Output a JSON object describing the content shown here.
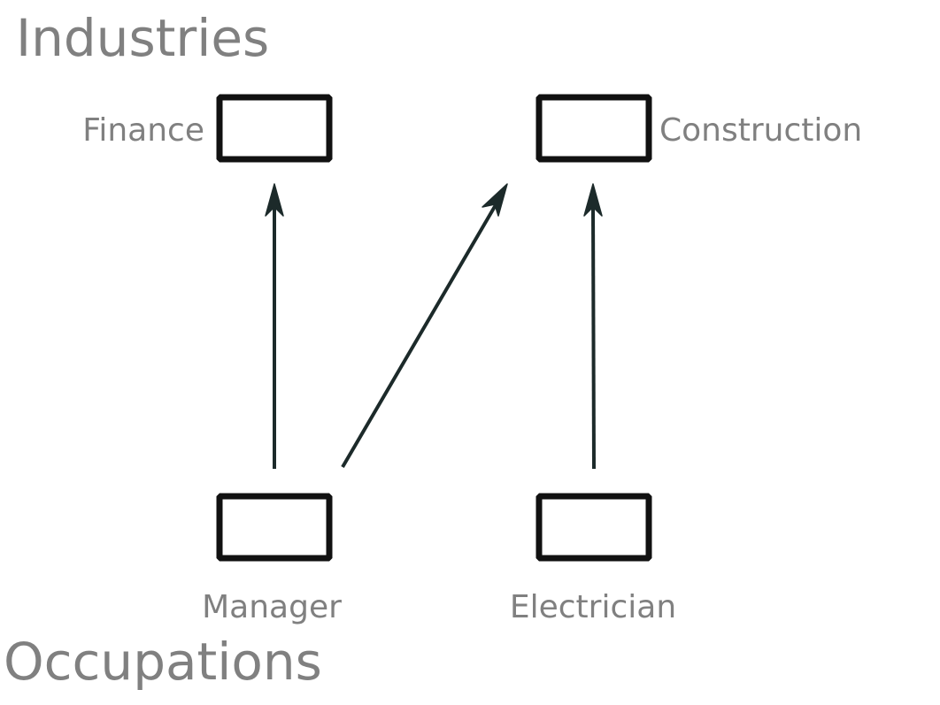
{
  "groups": {
    "top": "Industries",
    "bottom": "Occupations"
  },
  "nodes": {
    "finance": "Finance",
    "construction": "Construction",
    "manager": "Manager",
    "electrician": "Electrician"
  },
  "edges": [
    {
      "from": "Manager",
      "to": "Finance"
    },
    {
      "from": "Manager",
      "to": "Construction"
    },
    {
      "from": "Electrician",
      "to": "Construction"
    }
  ],
  "colors": {
    "label": "#808080",
    "box_stroke": "#111111",
    "edge": "#1c2a2a"
  }
}
